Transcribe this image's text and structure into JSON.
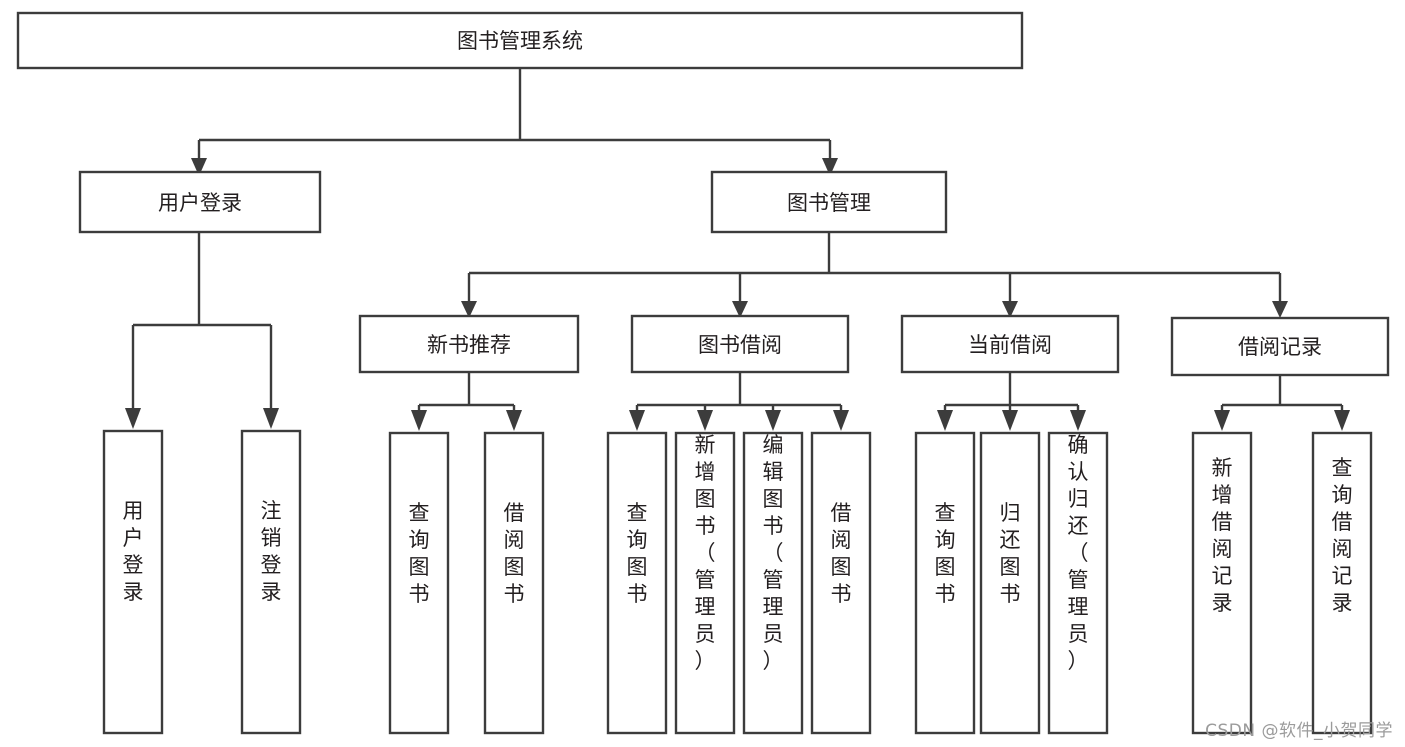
{
  "diagram": {
    "type": "tree-hierarchy",
    "title": "图书管理系统",
    "watermark": "CSDN @软件_小贺同学",
    "colors": {
      "stroke": "#3c3c3c",
      "fill": "#ffffff",
      "text": "#231f20",
      "watermark": "#9b9b9b"
    },
    "levels": [
      {
        "level": 1,
        "nodes": [
          {
            "id": "root",
            "label": "图书管理系统",
            "orientation": "horizontal"
          }
        ]
      },
      {
        "level": 2,
        "nodes": [
          {
            "id": "user-login",
            "label": "用户登录",
            "orientation": "horizontal",
            "parent": "root"
          },
          {
            "id": "book-manage",
            "label": "图书管理",
            "orientation": "horizontal",
            "parent": "root"
          }
        ]
      },
      {
        "level": 3,
        "nodes": [
          {
            "id": "new-book-rec",
            "label": "新书推荐",
            "orientation": "horizontal",
            "parent": "book-manage"
          },
          {
            "id": "book-borrow",
            "label": "图书借阅",
            "orientation": "horizontal",
            "parent": "book-manage"
          },
          {
            "id": "current-borrow",
            "label": "当前借阅",
            "orientation": "horizontal",
            "parent": "book-manage"
          },
          {
            "id": "borrow-record",
            "label": "借阅记录",
            "orientation": "horizontal",
            "parent": "book-manage"
          }
        ]
      },
      {
        "level": 4,
        "nodes": [
          {
            "id": "leaf-1",
            "label": "用户登录",
            "orientation": "vertical",
            "parent": "user-login"
          },
          {
            "id": "leaf-2",
            "label": "注销登录",
            "orientation": "vertical",
            "parent": "user-login"
          },
          {
            "id": "leaf-3",
            "label": "查询图书",
            "orientation": "vertical",
            "parent": "new-book-rec"
          },
          {
            "id": "leaf-4",
            "label": "借阅图书",
            "orientation": "vertical",
            "parent": "new-book-rec"
          },
          {
            "id": "leaf-5",
            "label": "查询图书",
            "orientation": "vertical",
            "parent": "book-borrow"
          },
          {
            "id": "leaf-6",
            "label": "新增图书（管理员）",
            "orientation": "vertical",
            "parent": "book-borrow"
          },
          {
            "id": "leaf-7",
            "label": "编辑图书（管理员）",
            "orientation": "vertical",
            "parent": "book-borrow"
          },
          {
            "id": "leaf-8",
            "label": "借阅图书",
            "orientation": "vertical",
            "parent": "book-borrow"
          },
          {
            "id": "leaf-9",
            "label": "查询图书",
            "orientation": "vertical",
            "parent": "current-borrow"
          },
          {
            "id": "leaf-10",
            "label": "归还图书",
            "orientation": "vertical",
            "parent": "current-borrow"
          },
          {
            "id": "leaf-11",
            "label": "确认归还（管理员）",
            "orientation": "vertical",
            "parent": "current-borrow"
          },
          {
            "id": "leaf-12",
            "label": "新增借阅记录",
            "orientation": "vertical",
            "parent": "borrow-record"
          },
          {
            "id": "leaf-13",
            "label": "查询借阅记录",
            "orientation": "vertical",
            "parent": "borrow-record"
          }
        ]
      }
    ]
  }
}
